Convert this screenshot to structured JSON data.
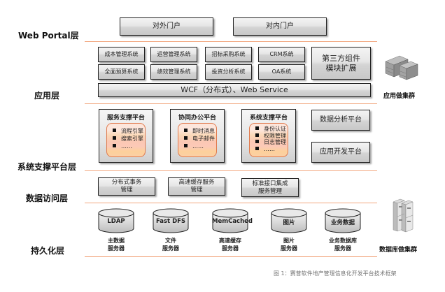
{
  "layers": {
    "web_portal": "Web Portal层",
    "application": "应用层",
    "support_platform": "系统支撑平台层",
    "data_access": "数据访问层",
    "persistence": "持久化层"
  },
  "web_portal": {
    "external_portal": "对外门户",
    "internal_portal": "对内门户"
  },
  "application": {
    "systems": [
      "成本管理系统",
      "运营管理系统",
      "招标采购系统",
      "CRM系统",
      "全面预算系统",
      "绩效管理系统",
      "投资分析系统",
      "OA系统"
    ],
    "third_party": "第三方组件\n模块扩展",
    "wcf_bar": "WCF（分布式）、Web Service",
    "cluster_label": "应用做集群"
  },
  "support": {
    "platforms": [
      {
        "title": "服务支撑平台",
        "items": [
          "流程引擎",
          "搜索引擎",
          "……"
        ]
      },
      {
        "title": "协同办公平台",
        "items": [
          "即时消息",
          "电子邮件",
          "……"
        ]
      },
      {
        "title": "系统支撑平台",
        "items": [
          "身份认证",
          "权限管理",
          "日志管理",
          "……"
        ]
      }
    ],
    "data_analysis": "数据分析平台",
    "app_dev": "应用开发平台"
  },
  "data_access": {
    "services": [
      "分布式事务\n管理",
      "高速缓存服务\n管理",
      "标准接口集成\n服务管理"
    ]
  },
  "persistence": {
    "stores": [
      {
        "label": "LDAP",
        "caption": "主数据\n服务器"
      },
      {
        "label": "Fast DFS",
        "caption": "文件\n服务器"
      },
      {
        "label": "MemCached",
        "caption": "高速缓存\n服务器"
      },
      {
        "label": "图片",
        "caption": "图片\n服务器"
      },
      {
        "label": "业务数据",
        "caption": "业务数据库\n服务器"
      }
    ],
    "cluster_label": "数据库做集群"
  },
  "caption": "图 1：赛普软件地产管理信息化开发平台技术框架",
  "colors": {
    "separator": "#f2a77f",
    "inner_panel_border": "#e07a4d"
  }
}
